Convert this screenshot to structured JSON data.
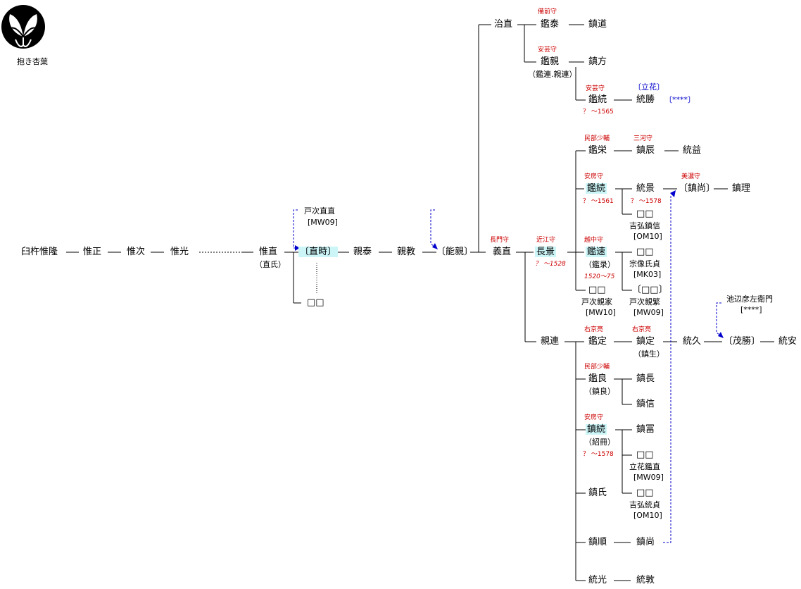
{
  "crest": {
    "label": "抱き杏葉",
    "icon": "apricot-leaf-crest-icon"
  },
  "people": {
    "usukine": "臼杵惟隆",
    "koremasa": "惟正",
    "koretsugu": "惟次",
    "koremitsu": "惟光",
    "korenao": "惟直",
    "korenao_alt": "（直氏）",
    "naotoki": "〔直時〕",
    "unknown_a": "□□",
    "totsugi_naonao": "戸次直直",
    "totsugi_naonao_code": "[MW09]",
    "chikayasu": "親泰",
    "chikanori": "親教",
    "yoshichika": "〔能親〕",
    "harunao": "治直",
    "akiyasu": "鑑泰",
    "shigemichi": "鎮道",
    "akichika": "鑑親",
    "akichika_alt": "（鑑連.親連）",
    "shigekata": "鎮方",
    "akimune_a": "鑑続",
    "munekatsu": "統勝",
    "tachibana": "〔立花〕",
    "stars_a": "〔****〕",
    "yoshinao": "義直",
    "akihide": "鑑栄",
    "shigetoki": "鎮辰",
    "munemasu": "統益",
    "akimune_b": "鑑続",
    "munekage": "統景",
    "shigehisa_a": "〔鎮尚〕",
    "shigemasa": "鎮理",
    "yoshihiro_shigenobu": "吉弘鎮信",
    "om10_a": "[OM10]",
    "nagakage": "長景",
    "akihaya": "鑑速",
    "akihaya_alt": "（鑑录）",
    "munakata": "宗像氏貞",
    "mk03": "[MK03]",
    "totsugi_chikaie": "戸次親家",
    "mw10": "[MW10]",
    "totsugi_chikashige": "戸次親繁",
    "mw09_a": "[MW09]",
    "ikebe": "池辺彦左衛門",
    "stars_b": "[****]",
    "chikatsura": "親連",
    "akisada": "鑑定",
    "shigesada": "鎮定",
    "shigesada_alt": "（鎮生）",
    "munehisa": "統久",
    "shigekatsu": "〔茂勝〕",
    "muneyasu": "統安",
    "akiyoshi": "鑑良",
    "akiyoshi_alt": "（鎮良）",
    "shigenaga": "鎮長",
    "shigenobu": "鎮信",
    "shigemune": "鎮続",
    "shigemune_alt": "（紹冊）",
    "shigetomi": "鎮冨",
    "tachibana_akinao": "立花鑑直",
    "mw09_b": "[MW09]",
    "shigeuji": "鎮氏",
    "yoshihiro_munesada": "吉弘統貞",
    "om10_b": "[OM10]",
    "shigeyori": "鎮順",
    "shigehisa_b": "鎮尚",
    "munemitsu": "統光",
    "muneatsu": "統敦",
    "unknown": "□□"
  },
  "titles": {
    "bizen": "備前守",
    "aki_a": "安芸守",
    "aki_b": "安芸守",
    "nagato": "長門守",
    "minbu_a": "民部少輔",
    "mikawa": "三河守",
    "awa_a": "安房守",
    "mino": "美濃守",
    "omi": "近江守",
    "echu": "越中守",
    "ukyo_a": "右京亮",
    "ukyo_b": "右京亮",
    "minbu_b": "民部少輔",
    "awa_b": "安房守"
  },
  "dates": {
    "akimune_a": "？ 〜1565",
    "akimune_b": "？ 〜1561",
    "munekage": "？ 〜1578",
    "nagakage": "？ 〜1528",
    "akihaya": "1520〜75",
    "shigemune": "？ 〜1578"
  },
  "colors": {
    "title_red": "#cc0000",
    "adoption_blue": "#0000cc",
    "highlight": "#ccf5f7"
  }
}
